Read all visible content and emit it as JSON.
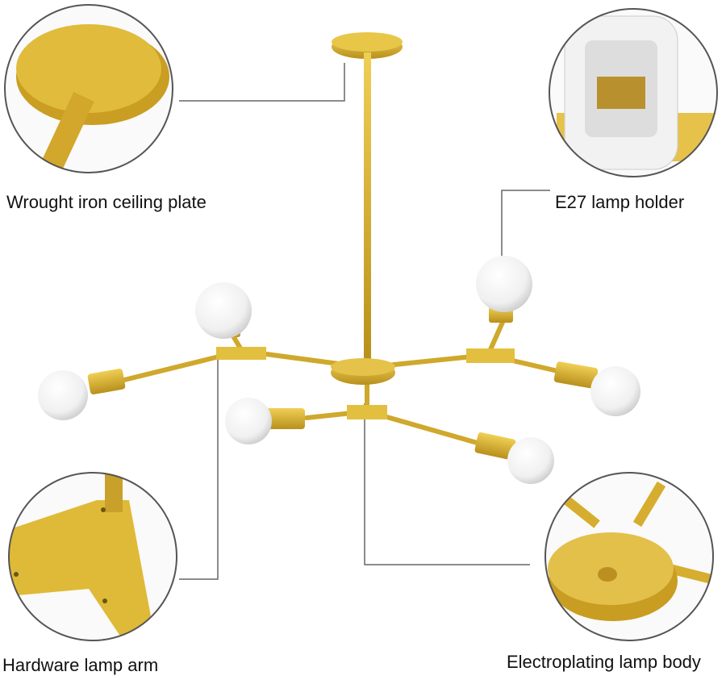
{
  "labels": {
    "ceiling_plate": "Wrought iron ceiling plate",
    "lamp_holder": "E27 lamp holder",
    "lamp_arm": "Hardware lamp arm",
    "lamp_body": "Electroplating lamp body"
  },
  "colors": {
    "gold": "#d9b232",
    "gold_dark": "#a88418",
    "line": "#666666",
    "bulb": "#f4f4f4"
  }
}
